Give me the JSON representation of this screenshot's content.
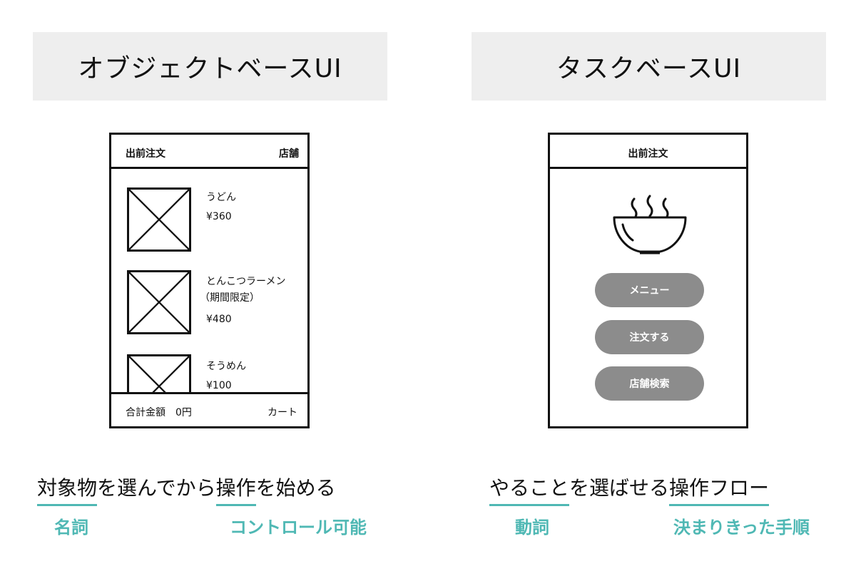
{
  "left": {
    "title": "オブジェクトベースUI",
    "phone": {
      "header_title": "出前注文",
      "header_right": "店舗",
      "items": [
        {
          "name": "うどん",
          "sub": "",
          "price": "¥360"
        },
        {
          "name": "とんこつラーメン",
          "sub": "（期間限定）",
          "price": "¥480"
        },
        {
          "name": "そうめん",
          "sub": "",
          "price": "¥100"
        }
      ],
      "footer_left": "合計金額　0円",
      "footer_right": "カート"
    },
    "caption": {
      "part1": "対象物",
      "part2": "を選んでから",
      "part3": "操作",
      "part4": "を始める"
    },
    "tags": {
      "left": "名詞",
      "right": "コントロール可能"
    }
  },
  "right": {
    "title": "タスクベースUI",
    "phone": {
      "header_title": "出前注文",
      "bowl_icon": "noodle-bowl-icon",
      "buttons": [
        "メニュー",
        "注文する",
        "店舗検索"
      ]
    },
    "caption": {
      "part1": "やること",
      "part2": "を選ばせる",
      "part3": "操作フロー"
    },
    "tags": {
      "left": "動詞",
      "right": "決まりきった手順"
    }
  },
  "colors": {
    "accent": "#4fb8b4",
    "button": "#8c8c8c",
    "header_bg": "#eeeeee"
  }
}
